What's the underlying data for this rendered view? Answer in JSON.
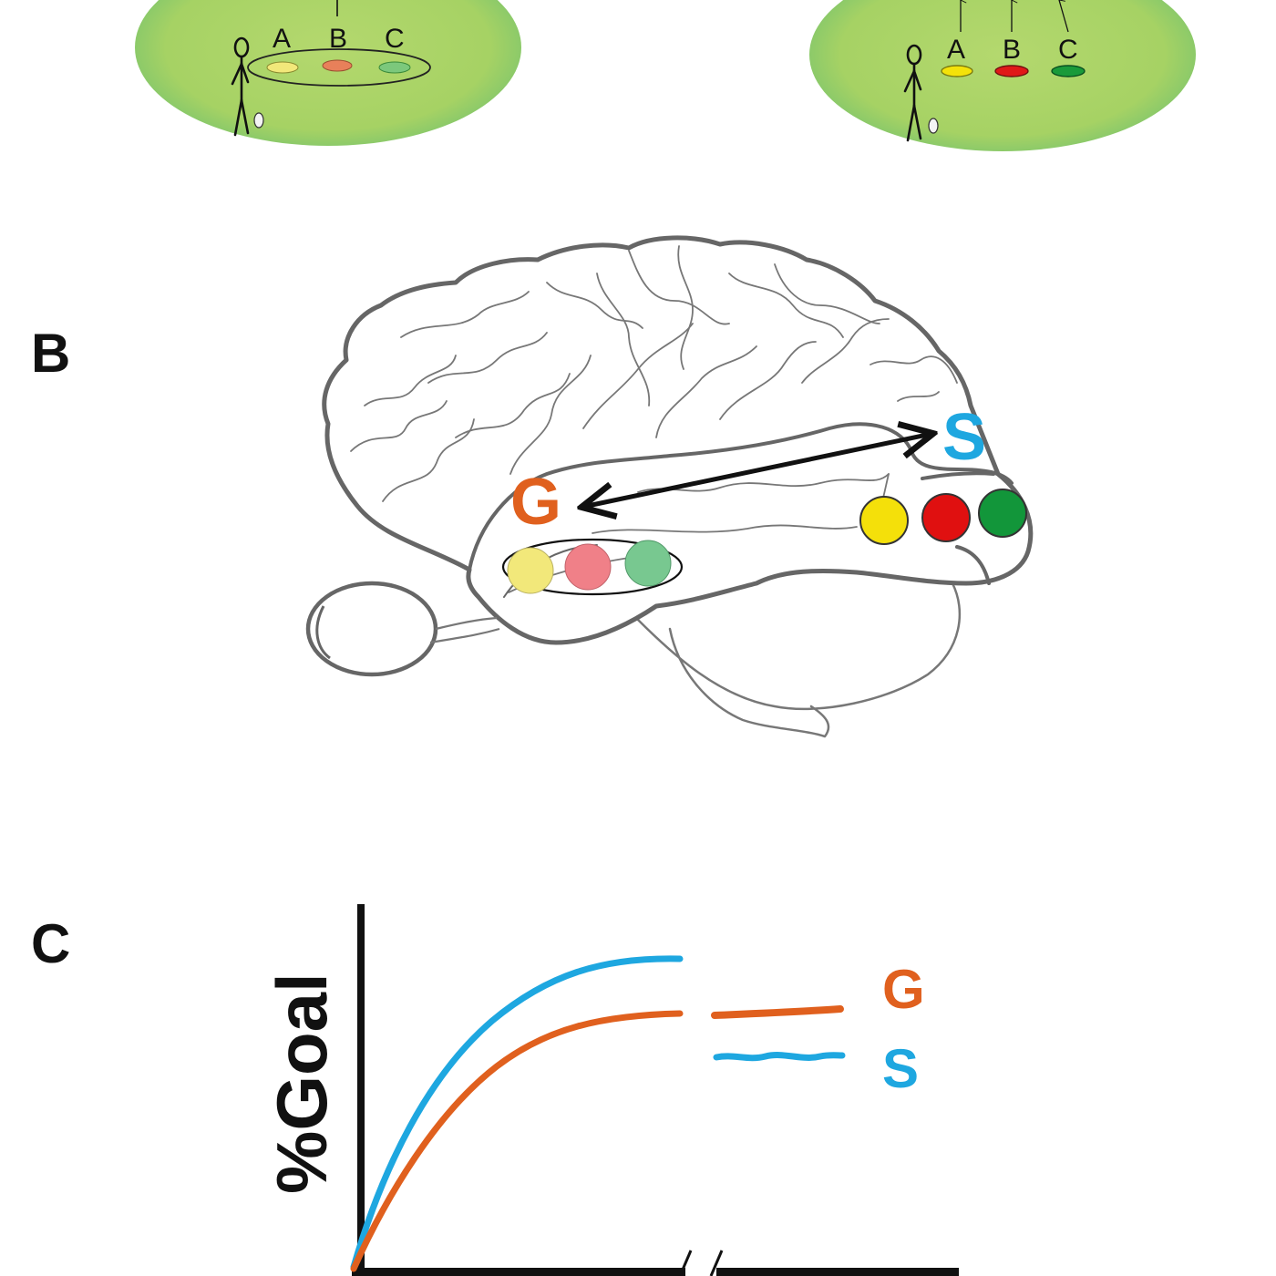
{
  "panels": {
    "b": {
      "letter": "B"
    },
    "c": {
      "letter": "C"
    }
  },
  "scenes": {
    "left": {
      "labels": [
        "A",
        "B",
        "C"
      ]
    },
    "right": {
      "labels": [
        "A",
        "B",
        "C"
      ]
    }
  },
  "brain": {
    "label_g": "G",
    "label_s": "S"
  },
  "colors": {
    "g": "#e0601e",
    "s": "#1ea7e0",
    "yellow": "#f2e20a",
    "red": "#e01818",
    "green": "#1a9a3a",
    "yellow_faded": "#f2e87a",
    "red_faded": "#f08088",
    "green_faded": "#78c890",
    "field_green": "#a8d468"
  },
  "chart_data": {
    "type": "line",
    "ylabel": "%Goal",
    "xlabel": "",
    "axis_break": true,
    "series": [
      {
        "name": "G",
        "color": "#e0601e"
      },
      {
        "name": "S",
        "color": "#1ea7e0"
      }
    ]
  }
}
